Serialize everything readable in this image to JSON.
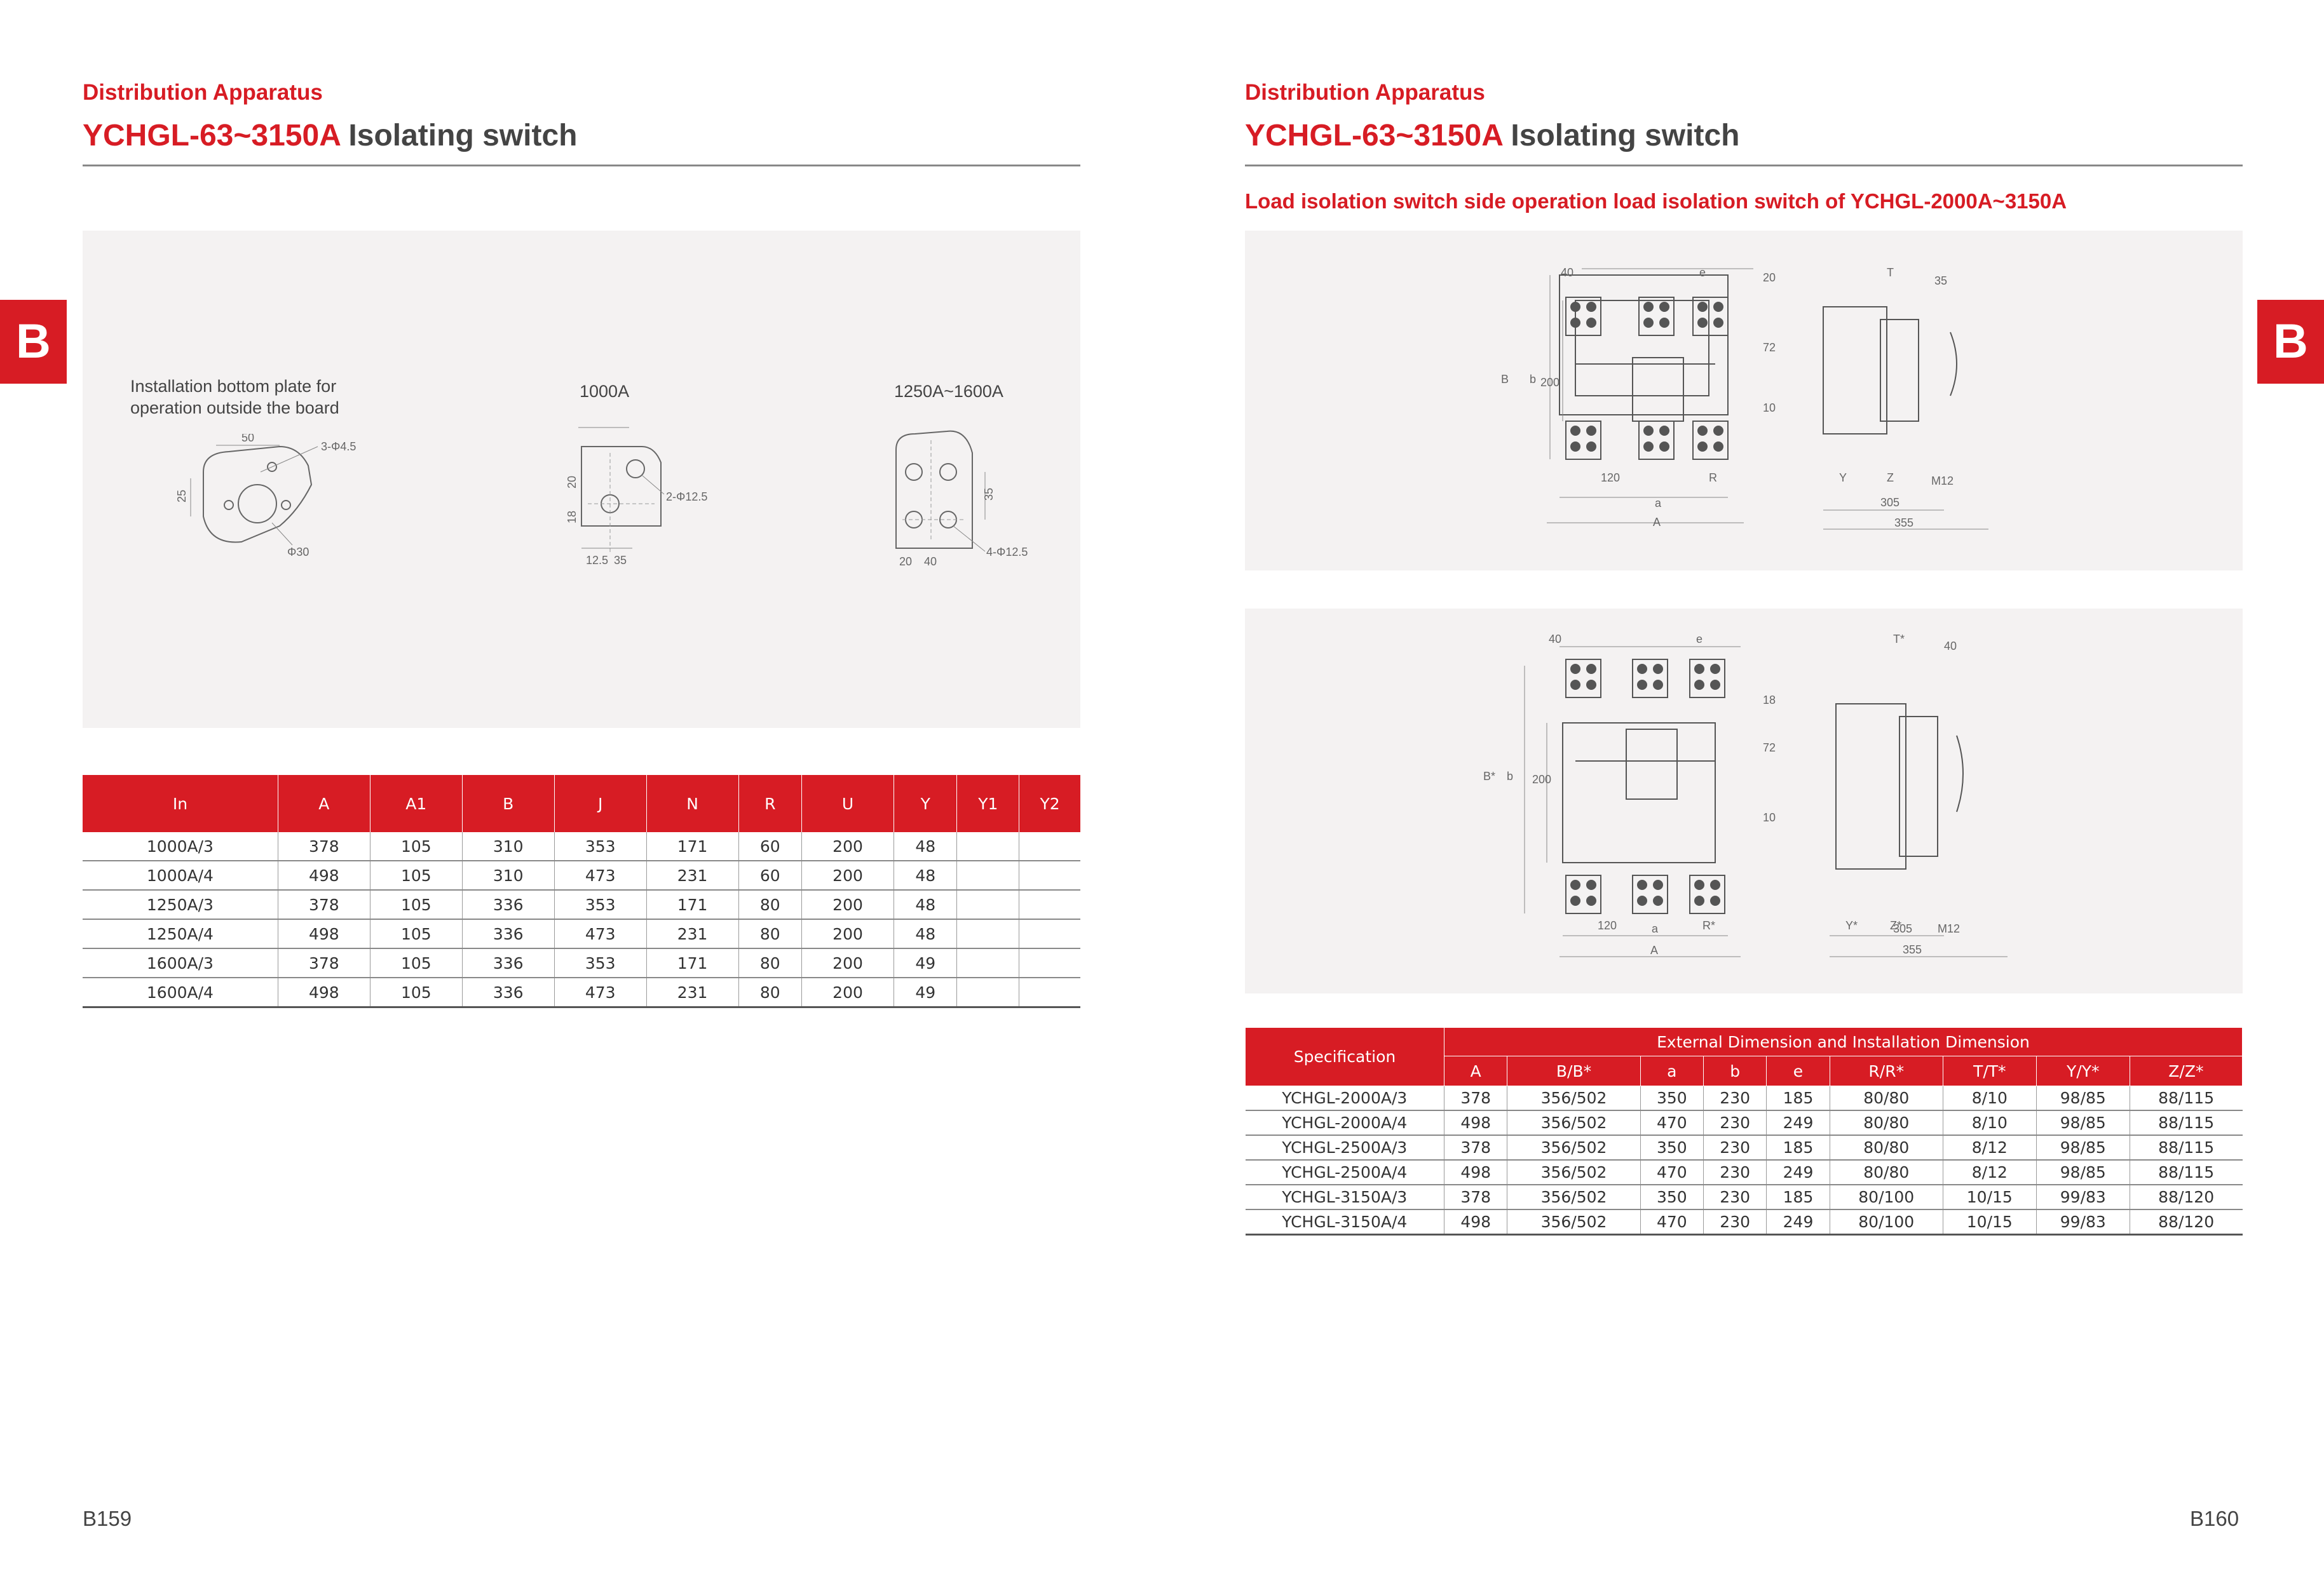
{
  "left": {
    "section_label": "Distribution Apparatus",
    "title_model": "YCHGL-63~3150A",
    "title_text": " Isolating switch",
    "tab_letter": "B",
    "diagram_labels": {
      "plate_line1": "Installation bottom plate for",
      "plate_line2": "operation outside the board",
      "col_1000": "1000A",
      "col_1250": "1250A~1600A"
    },
    "dims": {
      "d50": "50",
      "d25": "25",
      "d3phi45": "3-Φ4.5",
      "dphi30": "Φ30",
      "d20": "20",
      "d18": "18",
      "d2phi125": "2-Φ12.5",
      "d125": "12.5",
      "d35": "35",
      "d35b": "35",
      "d4phi125": "4-Φ12.5",
      "d20b": "20",
      "d40": "40"
    },
    "table": {
      "headers": [
        "In",
        "A",
        "A1",
        "B",
        "J",
        "N",
        "R",
        "U",
        "Y",
        "Y1",
        "Y2"
      ],
      "rows": [
        [
          "1000A/3",
          "378",
          "105",
          "310",
          "353",
          "171",
          "60",
          "200",
          "48",
          "",
          ""
        ],
        [
          "1000A/4",
          "498",
          "105",
          "310",
          "473",
          "231",
          "60",
          "200",
          "48",
          "",
          ""
        ],
        [
          "1250A/3",
          "378",
          "105",
          "336",
          "353",
          "171",
          "80",
          "200",
          "48",
          "",
          ""
        ],
        [
          "1250A/4",
          "498",
          "105",
          "336",
          "473",
          "231",
          "80",
          "200",
          "48",
          "",
          ""
        ],
        [
          "1600A/3",
          "378",
          "105",
          "336",
          "353",
          "171",
          "80",
          "200",
          "49",
          "",
          ""
        ],
        [
          "1600A/4",
          "498",
          "105",
          "336",
          "473",
          "231",
          "80",
          "200",
          "49",
          "",
          ""
        ]
      ]
    },
    "page_number": "B159"
  },
  "right": {
    "section_label": "Distribution Apparatus",
    "title_model": "YCHGL-63~3150A",
    "title_text": " Isolating switch",
    "subtitle": "Load isolation switch side operation load isolation switch of YCHGL-2000A~3150A",
    "tab_letter": "B",
    "dims_top": {
      "d40": "40",
      "de": "e",
      "d20": "20",
      "dT": "T",
      "d35": "35",
      "dB": "B",
      "db": "b",
      "d200": "200",
      "d72": "72",
      "d10": "10",
      "d120": "120",
      "dR": "R",
      "da": "a",
      "dA": "A",
      "dY": "Y",
      "dZ": "Z",
      "dM12": "M12",
      "d305": "305",
      "d355": "355"
    },
    "dims_bottom": {
      "d40": "40",
      "de": "e",
      "d18": "18",
      "dTs": "T*",
      "d40b": "40",
      "dBs": "B*",
      "db": "b",
      "d200": "200",
      "d72": "72",
      "d10": "10",
      "d120": "120",
      "dRs": "R*",
      "da": "a",
      "dA": "A",
      "dYs": "Y*",
      "dZs": "Z*",
      "dM12": "M12",
      "d305": "305",
      "d355": "355"
    },
    "table": {
      "spec_header": "Specification",
      "group_header": "External Dimension and Installation Dimension",
      "headers": [
        "A",
        "B/B*",
        "a",
        "b",
        "e",
        "R/R*",
        "T/T*",
        "Y/Y*",
        "Z/Z*"
      ],
      "rows": [
        [
          "YCHGL-2000A/3",
          "378",
          "356/502",
          "350",
          "230",
          "185",
          "80/80",
          "8/10",
          "98/85",
          "88/115"
        ],
        [
          "YCHGL-2000A/4",
          "498",
          "356/502",
          "470",
          "230",
          "249",
          "80/80",
          "8/10",
          "98/85",
          "88/115"
        ],
        [
          "YCHGL-2500A/3",
          "378",
          "356/502",
          "350",
          "230",
          "185",
          "80/80",
          "8/12",
          "98/85",
          "88/115"
        ],
        [
          "YCHGL-2500A/4",
          "498",
          "356/502",
          "470",
          "230",
          "249",
          "80/80",
          "8/12",
          "98/85",
          "88/115"
        ],
        [
          "YCHGL-3150A/3",
          "378",
          "356/502",
          "350",
          "230",
          "185",
          "80/100",
          "10/15",
          "99/83",
          "88/120"
        ],
        [
          "YCHGL-3150A/4",
          "498",
          "356/502",
          "470",
          "230",
          "249",
          "80/100",
          "10/15",
          "99/83",
          "88/120"
        ]
      ]
    },
    "page_number": "B160"
  },
  "colors": {
    "accent": "#d71c24",
    "panel": "#f4f2f2",
    "rule": "#888888"
  }
}
